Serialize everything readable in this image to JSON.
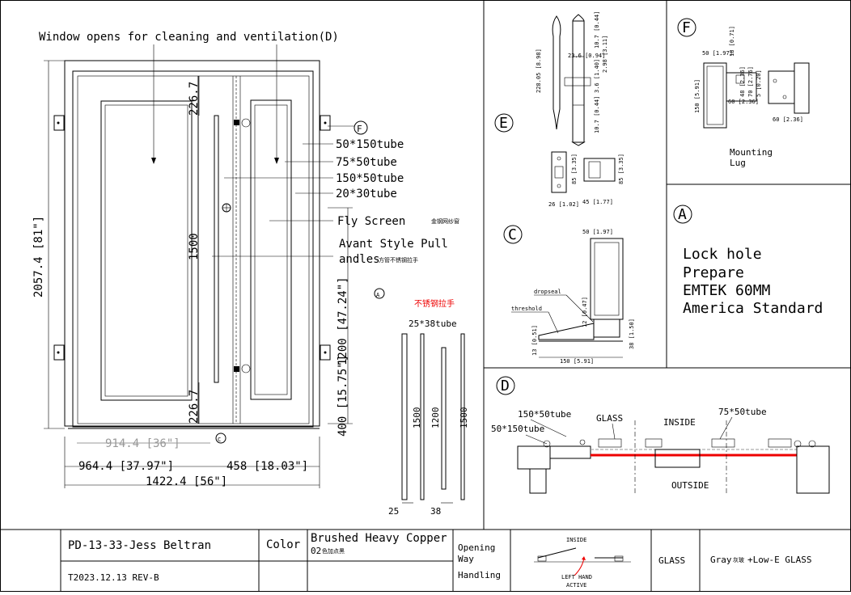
{
  "main_elevation": {
    "note": "Window opens for cleaning and ventilation(D)",
    "height_dim": "2057.4 [81\"]",
    "upper_margin": "226.7",
    "lower_margin": "226.7",
    "handle_height": "1500",
    "handle_offset": "1200 [47.24\"]",
    "bottom_offset": "400 [15.75\"]",
    "small_leaf_width": "914.4 [36\"]",
    "leaf_width": "964.4 [37.97\"]",
    "side_width": "458 [18.03\"]",
    "overall_width": "1422.4 [56\"]",
    "callouts": {
      "tube_50_150": "50*150tube",
      "tube_75_50": "75*50tube",
      "tube_150_50": "150*50tube",
      "tube_20_30": "20*30tube",
      "fly_screen": "Fly Screen",
      "fly_screen_cn": "金钢网纱窗",
      "pull_line1": "Avant Style Pull",
      "pull_line2": "andles",
      "pull_cn": "方管不锈钢拉手"
    },
    "markers": {
      "f": "F",
      "a": "A",
      "c": "C"
    }
  },
  "handle_detail": {
    "title_cn": "不锈钢拉手",
    "tube": "25*38tube",
    "dim_1500a": "1500",
    "dim_1200": "1200",
    "dim_1500b": "1500",
    "dim_25": "25",
    "dim_38": "38"
  },
  "detail_e": {
    "marker": "E",
    "dims": [
      "228.05 [8.98]",
      "23.6 [0.94]",
      "10.7 [0.44]",
      "2.98 [3.11]",
      "3.6 [1.40]",
      "10.7 [0.44]",
      "26 [1.02]",
      "85 [3.35]",
      "45 [1.77]",
      "85 [3.35]"
    ]
  },
  "detail_f": {
    "marker": "F",
    "dims": [
      "50 [1.97]",
      "18 [0.71]",
      "150 [5.91]",
      "5 [0.20]",
      "48 [2.36]",
      "70 [2.76]",
      "60 [2.36]",
      "60 [2.36]"
    ],
    "caption_line1": "Mounting",
    "caption_line2": "Lug"
  },
  "detail_a": {
    "marker": "A",
    "lines": [
      "Lock hole",
      "Prepare",
      "EMTEK 60MM",
      "America Standard"
    ]
  },
  "detail_c": {
    "marker": "C",
    "top_dim": "50 [1.97]",
    "dropseal": "dropseal",
    "threshold": "threshold",
    "dim_12": "12 [0.47]",
    "dim_13": "13 [0.51]",
    "dim_38": "38 [1.50]",
    "bottom_dim": "150 [5.91]"
  },
  "detail_d": {
    "marker": "D",
    "tube_150_50": "150*50tube",
    "tube_50_150": "50*150tube",
    "glass": "GLASS",
    "inside": "INSIDE",
    "tube_75_50": "75*50tube",
    "outside": "OUTSIDE"
  },
  "title_block": {
    "project": "PD-13-33-Jess Beltran",
    "date_rev": "T2023.12.13 REV-B",
    "color_label": "Color",
    "color_value": "Brushed Heavy Copper",
    "color_code": "02",
    "color_code_cn": "色加点黑",
    "opening_label_1": "Opening",
    "opening_label_2": "Way",
    "opening_label_3": "Handling",
    "inside": "INSIDE",
    "active_1": "LEFT HAND",
    "active_2": "ACTIVE",
    "glass_label": "GLASS",
    "glass_value": "Gray",
    "glass_value_cn": "灰玻",
    "glass_value_2": "+Low-E GLASS"
  }
}
